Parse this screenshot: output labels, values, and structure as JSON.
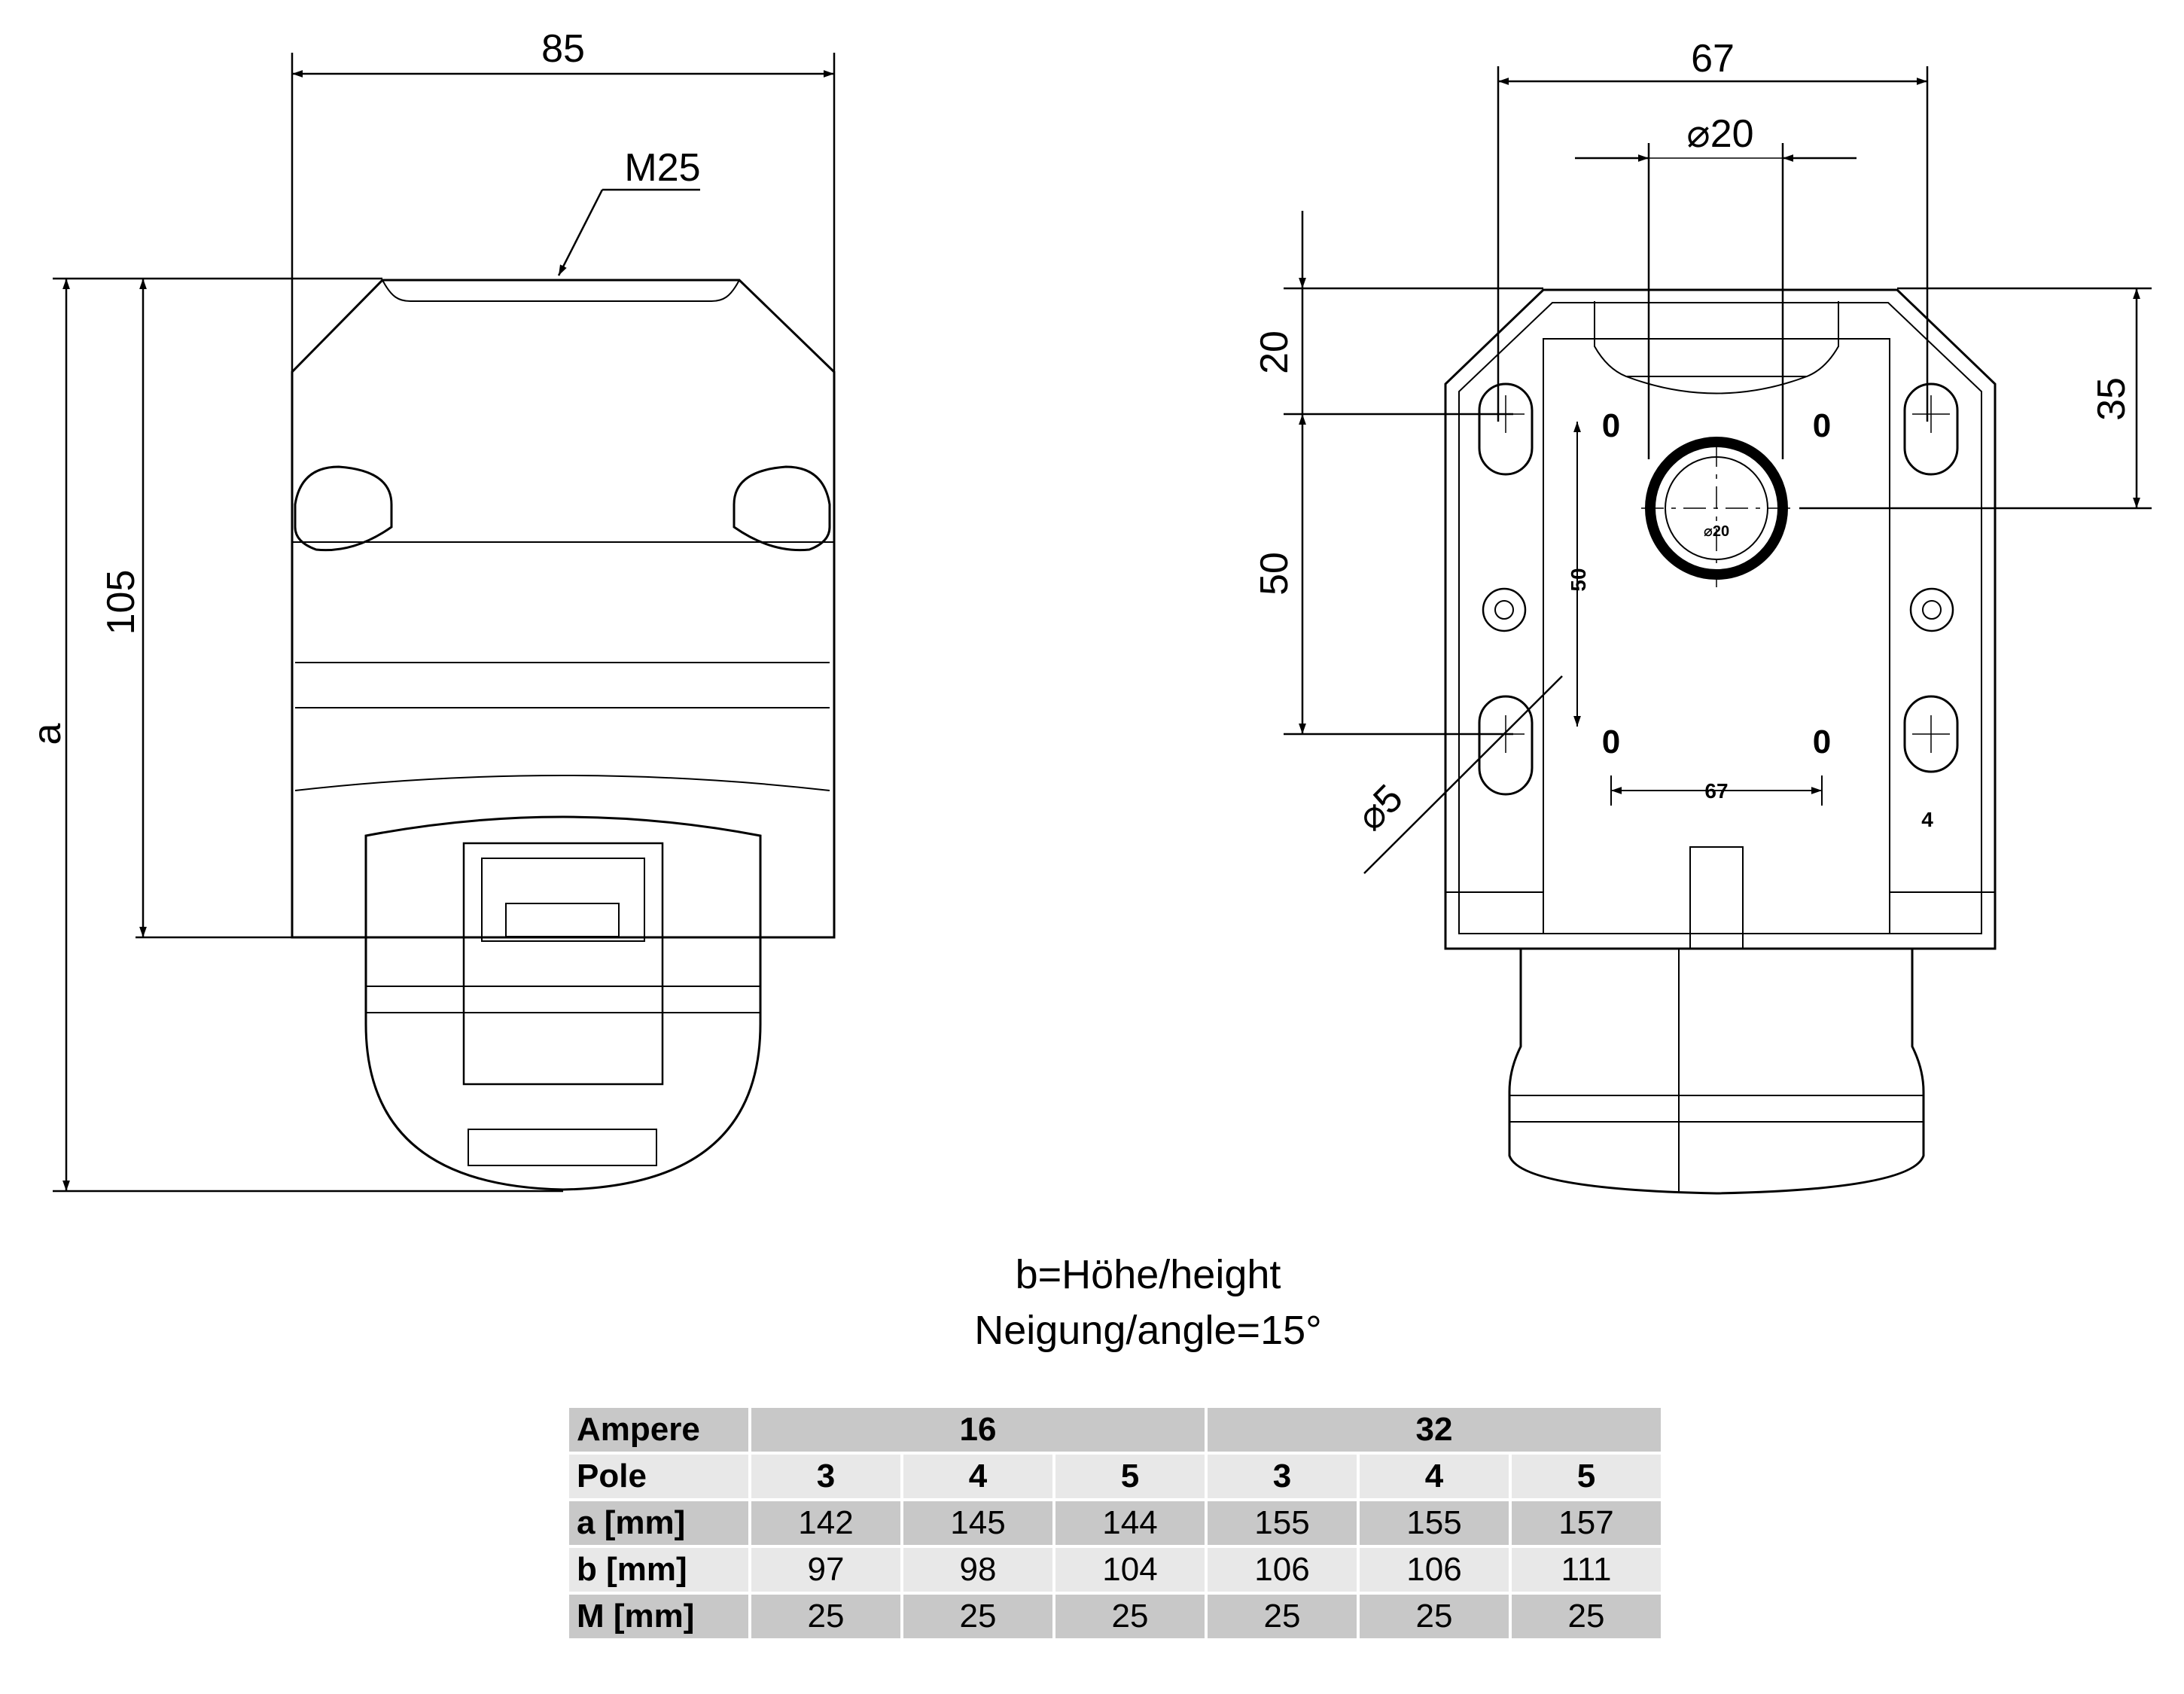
{
  "side_view": {
    "dim_width": "85",
    "dim_thread": "M25",
    "dim_height": "105",
    "dim_overall": "a"
  },
  "front_view": {
    "dim_width": "67",
    "dim_diameter_center": "⌀20",
    "dim_top": "20",
    "dim_right": "35",
    "dim_vertical_spacing": "50",
    "dim_hole_diameter": "⌀5",
    "inner_vertical": "50",
    "inner_horizontal": "67",
    "corner_marks": [
      "0",
      "0",
      "0",
      "0"
    ],
    "label_4": "4",
    "center_label": "⌀20"
  },
  "captions": {
    "line1": "b=Höhe/height",
    "line2": "Neigung/angle=15°"
  },
  "table": {
    "rows": [
      {
        "label": "Ampere",
        "groups": [
          "16",
          "32"
        ]
      },
      {
        "label": "Pole",
        "values": [
          "3",
          "4",
          "5",
          "3",
          "4",
          "5"
        ]
      },
      {
        "label": "a [mm]",
        "values": [
          "142",
          "145",
          "144",
          "155",
          "155",
          "157"
        ]
      },
      {
        "label": "b [mm]",
        "values": [
          "97",
          "98",
          "104",
          "106",
          "106",
          "111"
        ]
      },
      {
        "label": "M [mm]",
        "values": [
          "25",
          "25",
          "25",
          "25",
          "25",
          "25"
        ]
      }
    ]
  }
}
